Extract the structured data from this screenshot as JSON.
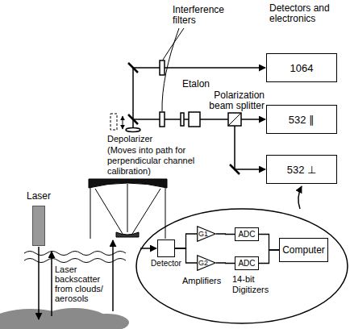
{
  "diagram": {
    "nodes": [
      {
        "text": [
          "1064"
        ]
      },
      {
        "text": [
          "532 ∥"
        ]
      },
      {
        "text": [
          "532 ⊥"
        ]
      },
      {
        "text": [
          "Laser"
        ]
      },
      {
        "text": [
          "Detector"
        ]
      },
      {
        "text": [
          "G1"
        ]
      },
      {
        "text": [
          "G2"
        ]
      },
      {
        "text": [
          "ADC"
        ]
      },
      {
        "text": [
          "ADC"
        ]
      },
      {
        "text": [
          "Computer"
        ]
      }
    ],
    "edges": [
      {
        "from": 4,
        "to": 5,
        "arrow": "none"
      },
      {
        "from": 4,
        "to": 6,
        "arrow": "none"
      },
      {
        "from": 5,
        "to": 7,
        "arrow": "none"
      },
      {
        "from": 6,
        "to": 8,
        "arrow": "none"
      },
      {
        "from": 7,
        "to": 9,
        "arrow": "none"
      },
      {
        "from": 8,
        "to": 9,
        "arrow": "none"
      }
    ],
    "labels": [
      "Detectors and electronics",
      "Interference filters",
      "Etalon",
      "Polarization beam splitter",
      "Depolarizer",
      "(Moves into path for perpendicular channel calibration)",
      "Laser backscatter from clouds/ aerosols",
      "Amplifiers",
      "14-bit Digitizers"
    ]
  }
}
